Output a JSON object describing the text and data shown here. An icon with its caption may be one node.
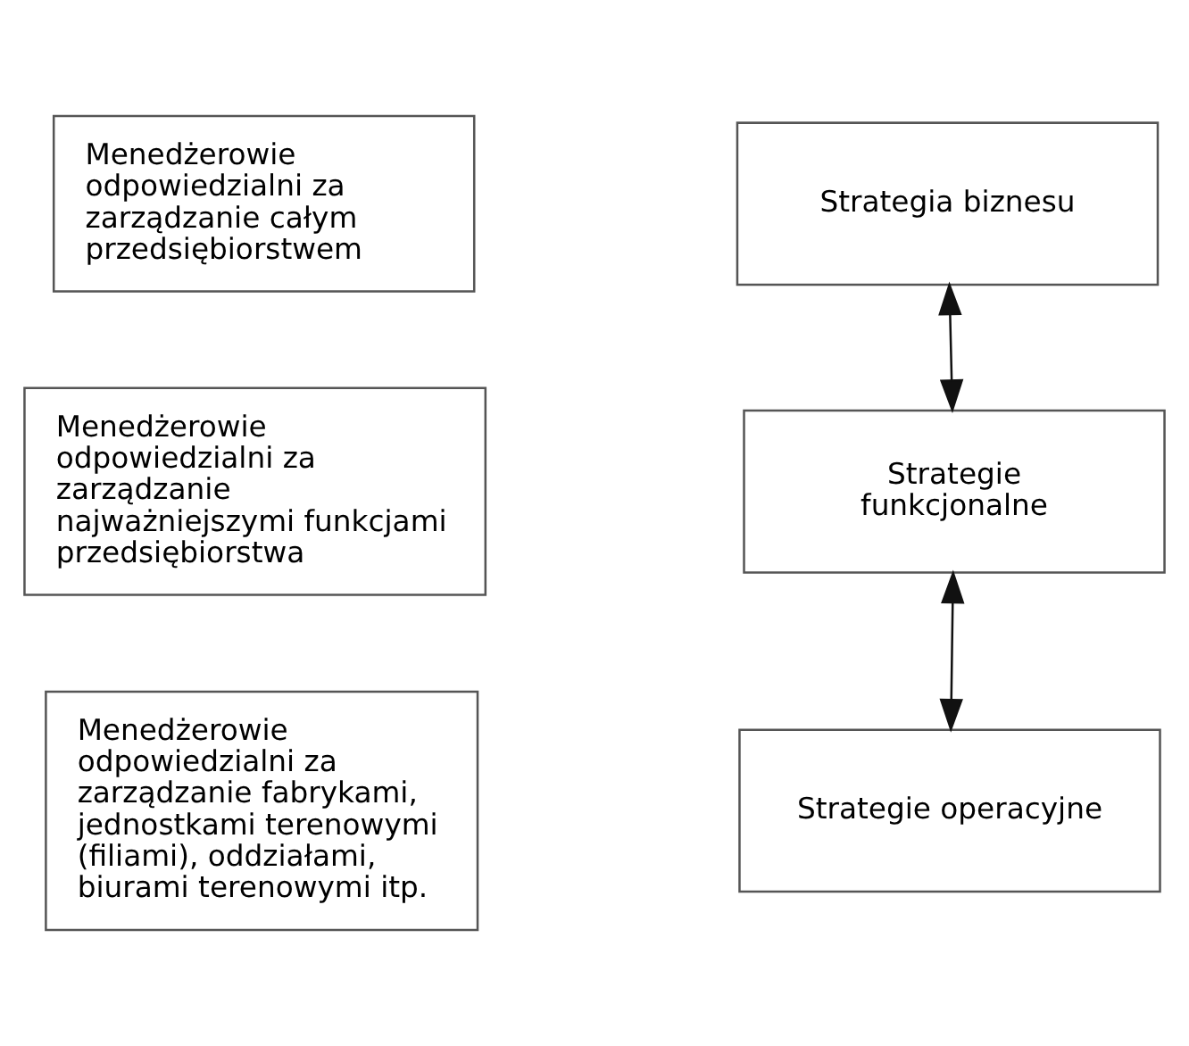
{
  "diagram": {
    "nodes": [
      {
        "text": [
          "Menedżerowie odpowiedzialni za zarządzanie całym przedsiębiorstwem"
        ]
      },
      {
        "text": [
          "Menedżerowie odpowiedzialni za zarządzanie najważniejszymi funkcjami przedsiębiorstwa"
        ]
      },
      {
        "text": [
          "Menedżerowie odpowiedzialni za zarządzanie fabrykami, jednostkami terenowymi (filiami), oddziałami, biurami terenowymi itp."
        ]
      },
      {
        "text": [
          "Strategia biznesu"
        ]
      },
      {
        "text": [
          "Strategie funkcjonalne"
        ]
      },
      {
        "text": [
          "Strategie operacyjne"
        ]
      }
    ],
    "edges": [
      {
        "from": 3,
        "to": 4,
        "arrow": "both"
      },
      {
        "from": 4,
        "to": 5,
        "arrow": "both"
      }
    ]
  }
}
